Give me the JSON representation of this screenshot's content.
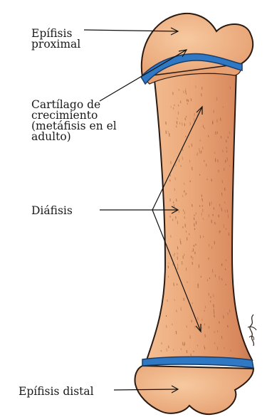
{
  "labels": {
    "epifisis_proximal": "Epífisis\nproximal",
    "cartilago": "Cartílago de\ncrecimiento\n(metáfisis en el\nadulto)",
    "diafisis": "Diáfisis",
    "epifisis_distal": "Epífisis distal"
  },
  "colors": {
    "bone": "#eba97b",
    "bone_dark": "#d98a5e",
    "outline": "#2b1a12",
    "cartilage": "#2f78c4",
    "speckle": "#9a5a3a"
  },
  "icons": {
    "signature": "artist-signature"
  }
}
